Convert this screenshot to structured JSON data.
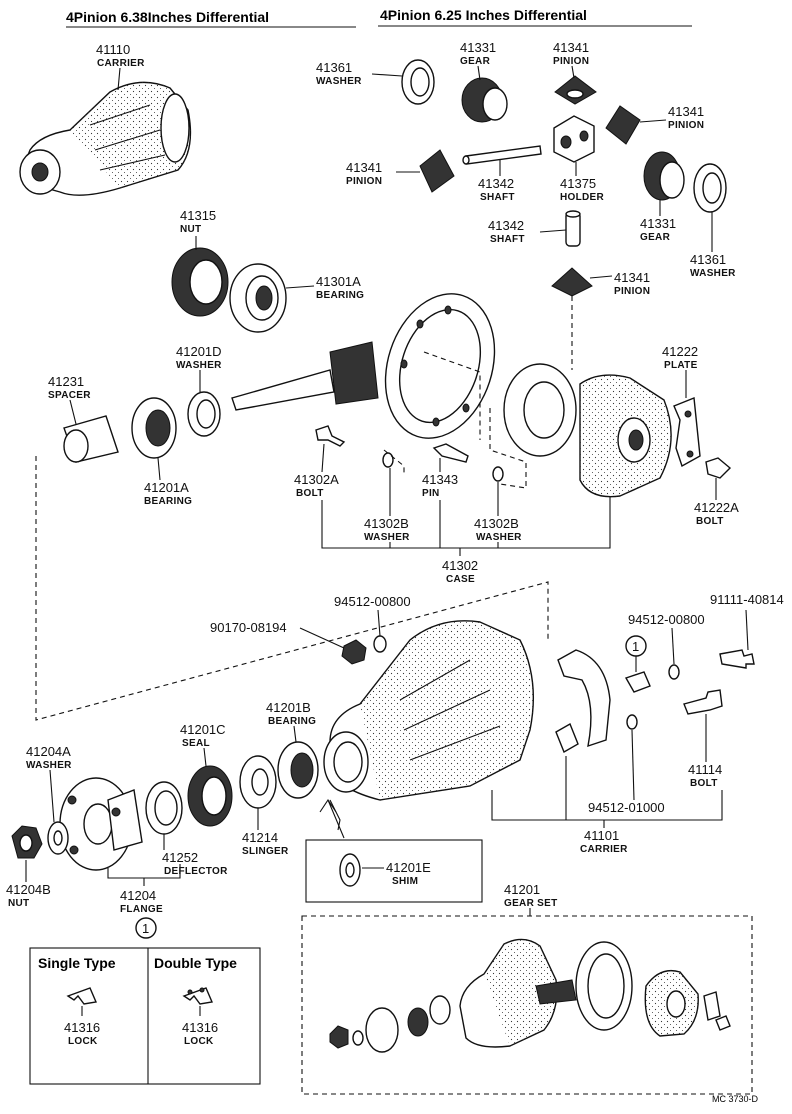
{
  "headers": {
    "left": "4Pinion 6.38Inches Differential",
    "right": "4Pinion 6.25 Inches Differential"
  },
  "labels": {
    "p41110": {
      "num": "41110",
      "name": "CARRIER"
    },
    "p41361a": {
      "num": "41361",
      "name": "WASHER"
    },
    "p41331a": {
      "num": "41331",
      "name": "GEAR"
    },
    "p41341a": {
      "num": "41341",
      "name": "PINION"
    },
    "p41341b": {
      "num": "41341",
      "name": "PINION"
    },
    "p41341c": {
      "num": "41341",
      "name": "PINION"
    },
    "p41342a": {
      "num": "41342",
      "name": "SHAFT"
    },
    "p41375": {
      "num": "41375",
      "name": "HOLDER"
    },
    "p41331b": {
      "num": "41331",
      "name": "GEAR"
    },
    "p41361b": {
      "num": "41361",
      "name": "WASHER"
    },
    "p41342b": {
      "num": "41342",
      "name": "SHAFT"
    },
    "p41341d": {
      "num": "41341",
      "name": "PINION"
    },
    "p41315": {
      "num": "41315",
      "name": "NUT"
    },
    "p41301A": {
      "num": "41301A",
      "name": "BEARING"
    },
    "p41201D": {
      "num": "41201D",
      "name": "WASHER"
    },
    "p41231": {
      "num": "41231",
      "name": "SPACER"
    },
    "p41222": {
      "num": "41222",
      "name": "PLATE"
    },
    "p41201A": {
      "num": "41201A",
      "name": "BEARING"
    },
    "p41302A": {
      "num": "41302A",
      "name": "BOLT"
    },
    "p41343": {
      "num": "41343",
      "name": "PIN"
    },
    "p41222A": {
      "num": "41222A",
      "name": "BOLT"
    },
    "p41302Ba": {
      "num": "41302B",
      "name": "WASHER"
    },
    "p41302Bb": {
      "num": "41302B",
      "name": "WASHER"
    },
    "p41302": {
      "num": "41302",
      "name": "CASE"
    },
    "p94512a": {
      "num": "94512-00800",
      "name": ""
    },
    "p91111": {
      "num": "91111-40814",
      "name": ""
    },
    "p90170": {
      "num": "90170-08194",
      "name": ""
    },
    "p94512b": {
      "num": "94512-00800",
      "name": ""
    },
    "p41201B": {
      "num": "41201B",
      "name": "BEARING"
    },
    "p41204A": {
      "num": "41204A",
      "name": "WASHER"
    },
    "p41201C": {
      "num": "41201C",
      "name": "SEAL"
    },
    "p41114": {
      "num": "41114",
      "name": "BOLT"
    },
    "p94512c": {
      "num": "94512-01000",
      "name": ""
    },
    "p41214": {
      "num": "41214",
      "name": "SLINGER"
    },
    "p41101": {
      "num": "41101",
      "name": "CARRIER"
    },
    "p41252": {
      "num": "41252",
      "name": "DEFLECTOR"
    },
    "p41204B": {
      "num": "41204B",
      "name": "NUT"
    },
    "p41201E": {
      "num": "41201E",
      "name": "SHIM"
    },
    "p41204": {
      "num": "41204",
      "name": "FLANGE"
    },
    "p41201": {
      "num": "41201",
      "name": "GEAR SET"
    }
  },
  "markers": {
    "circle_ref": "1"
  },
  "lock_box": {
    "single_title": "Single Type",
    "double_title": "Double Type",
    "single_num": "41316",
    "single_name": "LOCK",
    "double_num": "41316",
    "double_name": "LOCK"
  },
  "footer_code": "MC 3730-D"
}
